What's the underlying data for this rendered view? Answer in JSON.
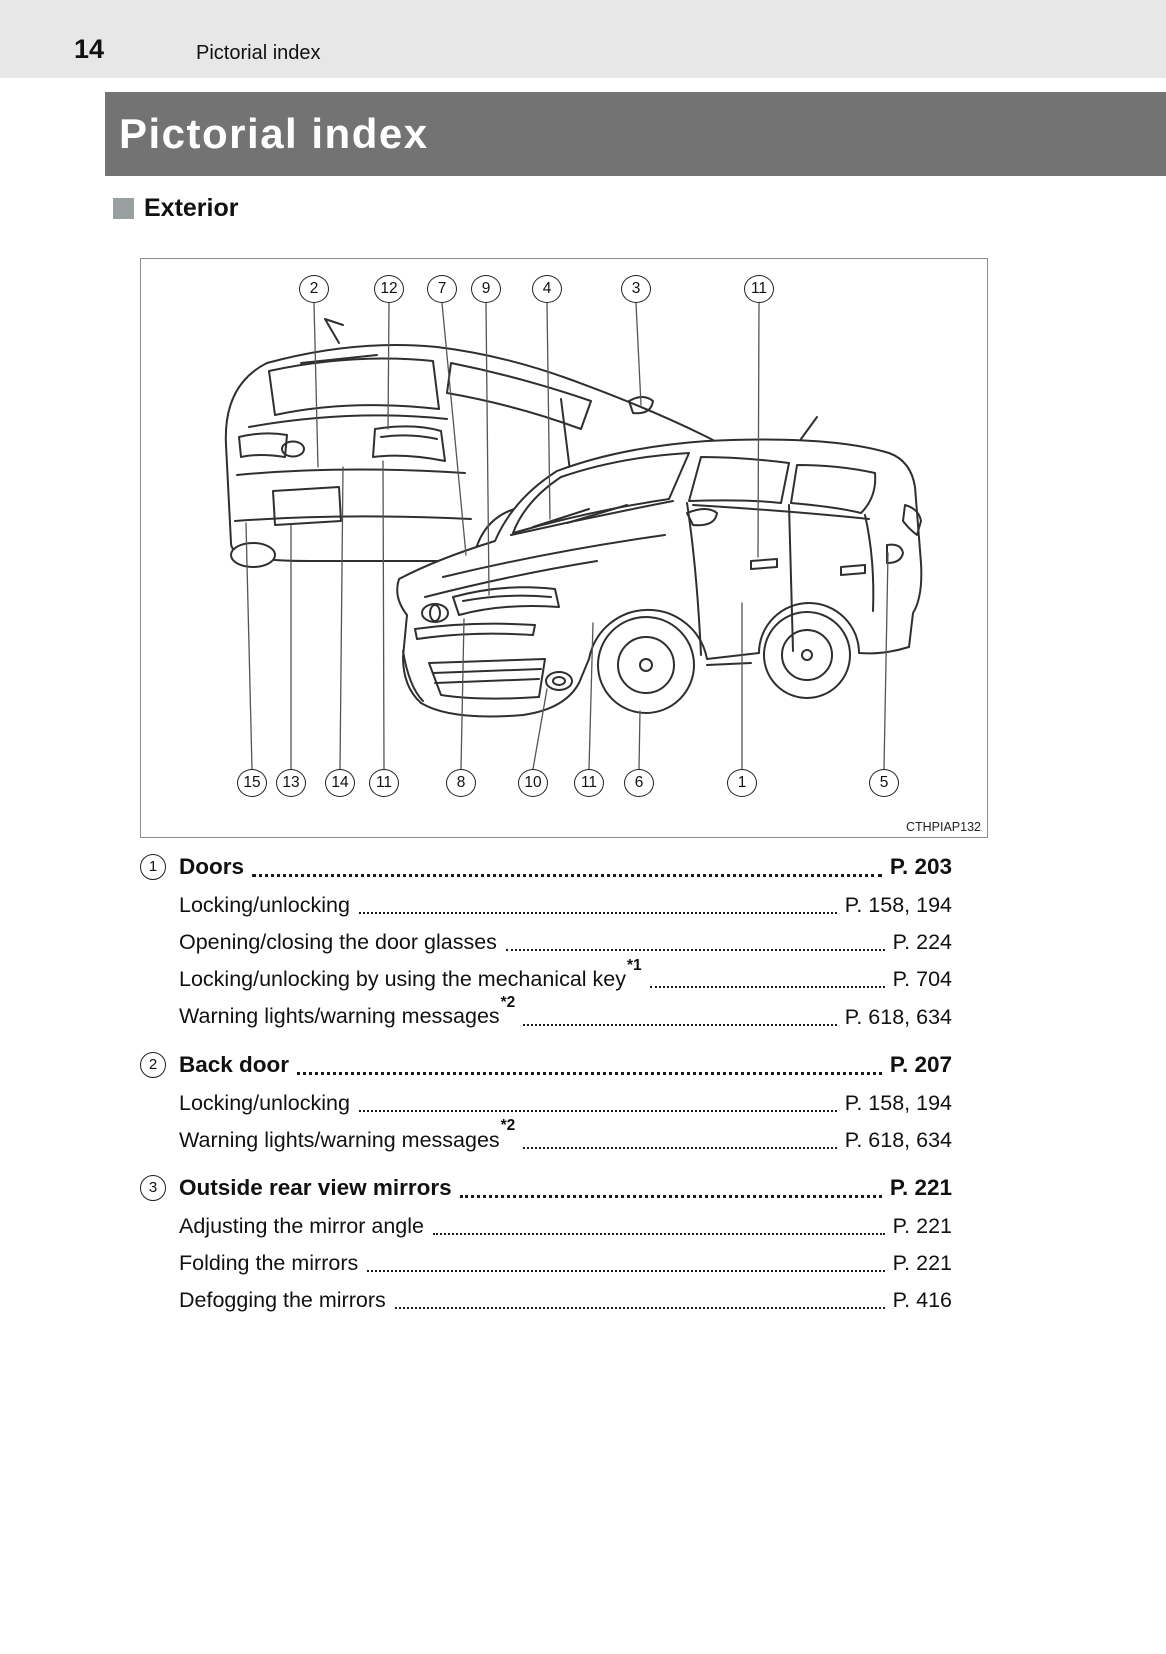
{
  "page": {
    "number": "14",
    "running_header": "Pictorial index",
    "title": "Pictorial index",
    "section_heading": "Exterior"
  },
  "figure": {
    "code": "CTHPIAP132",
    "callouts_top": [
      "2",
      "12",
      "7",
      "9",
      "4",
      "3",
      "11"
    ],
    "callouts_bottom": [
      "15",
      "13",
      "14",
      "11",
      "8",
      "10",
      "11",
      "6",
      "1",
      "5"
    ]
  },
  "index": [
    {
      "num": "1",
      "title": "Doors",
      "title_page": "P. 203",
      "items": [
        {
          "label": "Locking/unlocking",
          "page": "P. 158, 194"
        },
        {
          "label": "Opening/closing the door glasses",
          "page": "P. 224"
        },
        {
          "label": "Locking/unlocking by using the mechanical key",
          "sup": "*1",
          "page": "P. 704"
        },
        {
          "label": "Warning lights/warning messages",
          "sup": "*2",
          "page": "P. 618, 634"
        }
      ]
    },
    {
      "num": "2",
      "title": "Back door",
      "title_page": "P. 207",
      "items": [
        {
          "label": "Locking/unlocking",
          "page": "P. 158, 194"
        },
        {
          "label": "Warning lights/warning messages",
          "sup": "*2",
          "page": "P. 618, 634"
        }
      ]
    },
    {
      "num": "3",
      "title": "Outside rear view mirrors",
      "title_page": "P. 221",
      "items": [
        {
          "label": "Adjusting the mirror angle",
          "page": "P. 221"
        },
        {
          "label": "Folding the mirrors",
          "page": "P. 221"
        },
        {
          "label": "Defogging the mirrors",
          "page": "P. 416"
        }
      ]
    }
  ]
}
